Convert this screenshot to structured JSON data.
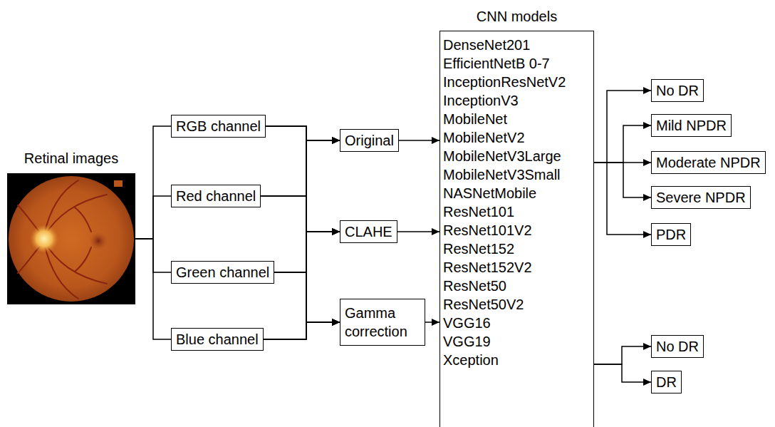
{
  "diagram": {
    "nodes": [
      {
        "text": [
          "Retinal images"
        ]
      },
      {
        "text": [
          "RGB channel"
        ]
      },
      {
        "text": [
          "Red channel"
        ]
      },
      {
        "text": [
          "Green channel"
        ]
      },
      {
        "text": [
          "Blue channel"
        ]
      },
      {
        "text": [
          "Original"
        ]
      },
      {
        "text": [
          "CLAHE"
        ]
      },
      {
        "text": [
          "Gamma correction"
        ]
      },
      {
        "text": [
          "CNN models",
          "DenseNet201",
          "EfficientNetB 0-7",
          "InceptionResNetV2",
          "InceptionV3",
          "MobileNet",
          "MobileNetV2",
          "MobileNetV3Large",
          "MobileNetV3Small",
          "NASNetMobile",
          "ResNet101",
          "ResNet101V2",
          "ResNet152",
          "ResNet152V2",
          "ResNet50",
          "ResNet50V2",
          "VGG16",
          "VGG19",
          "Xception"
        ]
      },
      {
        "text": [
          "No DR"
        ]
      },
      {
        "text": [
          "Mild NPDR"
        ]
      },
      {
        "text": [
          "Moderate NPDR"
        ]
      },
      {
        "text": [
          "Severe NPDR"
        ]
      },
      {
        "text": [
          "PDR"
        ]
      },
      {
        "text": [
          "No DR"
        ]
      },
      {
        "text": [
          "DR"
        ]
      }
    ],
    "edges": [
      {
        "from": 0,
        "to": 1,
        "arrow": "none"
      },
      {
        "from": 0,
        "to": 2,
        "arrow": "none"
      },
      {
        "from": 0,
        "to": 3,
        "arrow": "none"
      },
      {
        "from": 0,
        "to": 4,
        "arrow": "none"
      },
      {
        "from": 1,
        "to": 5,
        "arrow": "to"
      },
      {
        "from": 1,
        "to": 6,
        "arrow": "to"
      },
      {
        "from": 1,
        "to": 7,
        "arrow": "to"
      },
      {
        "from": 2,
        "to": 5,
        "arrow": "to"
      },
      {
        "from": 2,
        "to": 6,
        "arrow": "to"
      },
      {
        "from": 2,
        "to": 7,
        "arrow": "to"
      },
      {
        "from": 3,
        "to": 5,
        "arrow": "to"
      },
      {
        "from": 3,
        "to": 6,
        "arrow": "to"
      },
      {
        "from": 3,
        "to": 7,
        "arrow": "to"
      },
      {
        "from": 4,
        "to": 5,
        "arrow": "to"
      },
      {
        "from": 4,
        "to": 6,
        "arrow": "to"
      },
      {
        "from": 4,
        "to": 7,
        "arrow": "to"
      },
      {
        "from": 5,
        "to": 8,
        "arrow": "to"
      },
      {
        "from": 6,
        "to": 8,
        "arrow": "to"
      },
      {
        "from": 7,
        "to": 8,
        "arrow": "to"
      },
      {
        "from": 8,
        "to": 9,
        "arrow": "to"
      },
      {
        "from": 8,
        "to": 10,
        "arrow": "to"
      },
      {
        "from": 8,
        "to": 11,
        "arrow": "to"
      },
      {
        "from": 8,
        "to": 12,
        "arrow": "to"
      },
      {
        "from": 8,
        "to": 13,
        "arrow": "to"
      },
      {
        "from": 8,
        "to": 14,
        "arrow": "to"
      },
      {
        "from": 8,
        "to": 15,
        "arrow": "to"
      }
    ]
  }
}
